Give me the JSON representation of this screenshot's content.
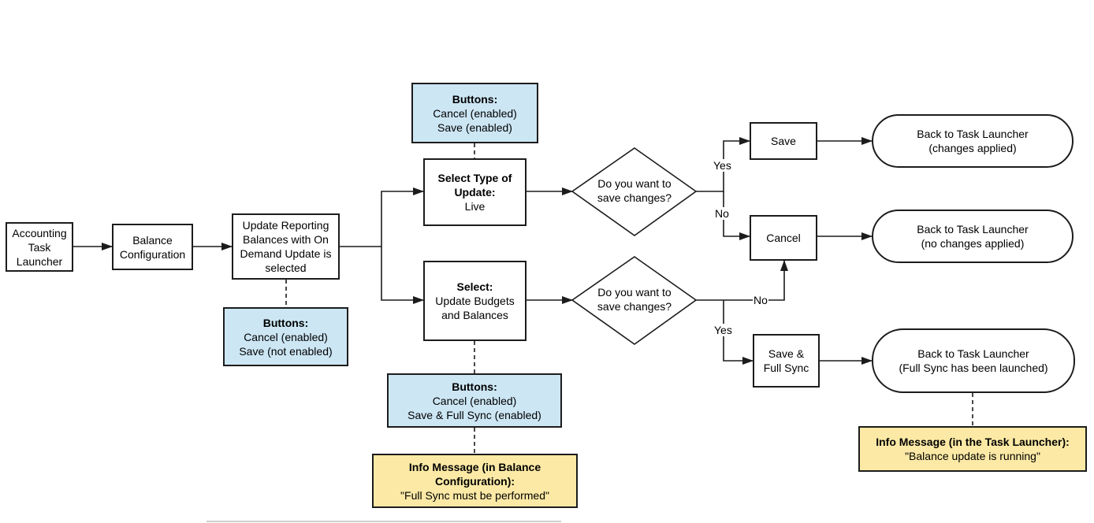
{
  "nodes": {
    "accounting_task_launcher": [
      "Accounting",
      "Task",
      "Launcher"
    ],
    "balance_configuration": [
      "Balance",
      "Configuration"
    ],
    "update_reporting": [
      "Update Reporting",
      "Balances with On",
      "Demand Update is",
      "selected"
    ],
    "buttons_top": {
      "title": "Buttons:",
      "lines": [
        "Cancel (enabled)",
        "Save (enabled)"
      ]
    },
    "buttons_left": {
      "title": "Buttons:",
      "lines": [
        "Cancel (enabled)",
        "Save (not enabled)"
      ]
    },
    "select_type": {
      "title": [
        "Select Type of",
        "Update:"
      ],
      "lines": [
        "Live"
      ]
    },
    "select_budgets": {
      "title": [
        "Select:"
      ],
      "lines": [
        "Update Budgets",
        "and Balances"
      ]
    },
    "buttons_mid": {
      "title": "Buttons:",
      "lines": [
        "Cancel (enabled)",
        "Save & Full Sync (enabled)"
      ]
    },
    "info_balance": {
      "title": [
        "Info Message (in Balance",
        "Configuration):"
      ],
      "lines": [
        "\"Full Sync must be performed\""
      ]
    },
    "decision_top": [
      "Do you want to",
      "save changes?"
    ],
    "decision_bottom": [
      "Do you want to",
      "save changes?"
    ],
    "save": "Save",
    "cancel": "Cancel",
    "save_full_sync": [
      "Save &",
      "Full Sync"
    ],
    "back_changes": [
      "Back to Task Launcher",
      "(changes applied)"
    ],
    "back_no_changes": [
      "Back to Task Launcher",
      "(no changes applied)"
    ],
    "back_full_sync": [
      "Back to Task Launcher",
      "(Full Sync has been launched)"
    ],
    "info_task_launcher": {
      "title": "Info Message (in the Task Launcher):",
      "lines": [
        "\"Balance update is running\""
      ]
    }
  },
  "edge_labels": {
    "yes_top": "Yes",
    "no_top": "No",
    "no_bottom": "No",
    "yes_bottom": "Yes"
  },
  "colors": {
    "buttons_box": "#cce6f4",
    "info_box": "#fbe9a5",
    "stroke": "#1c1c1c"
  }
}
